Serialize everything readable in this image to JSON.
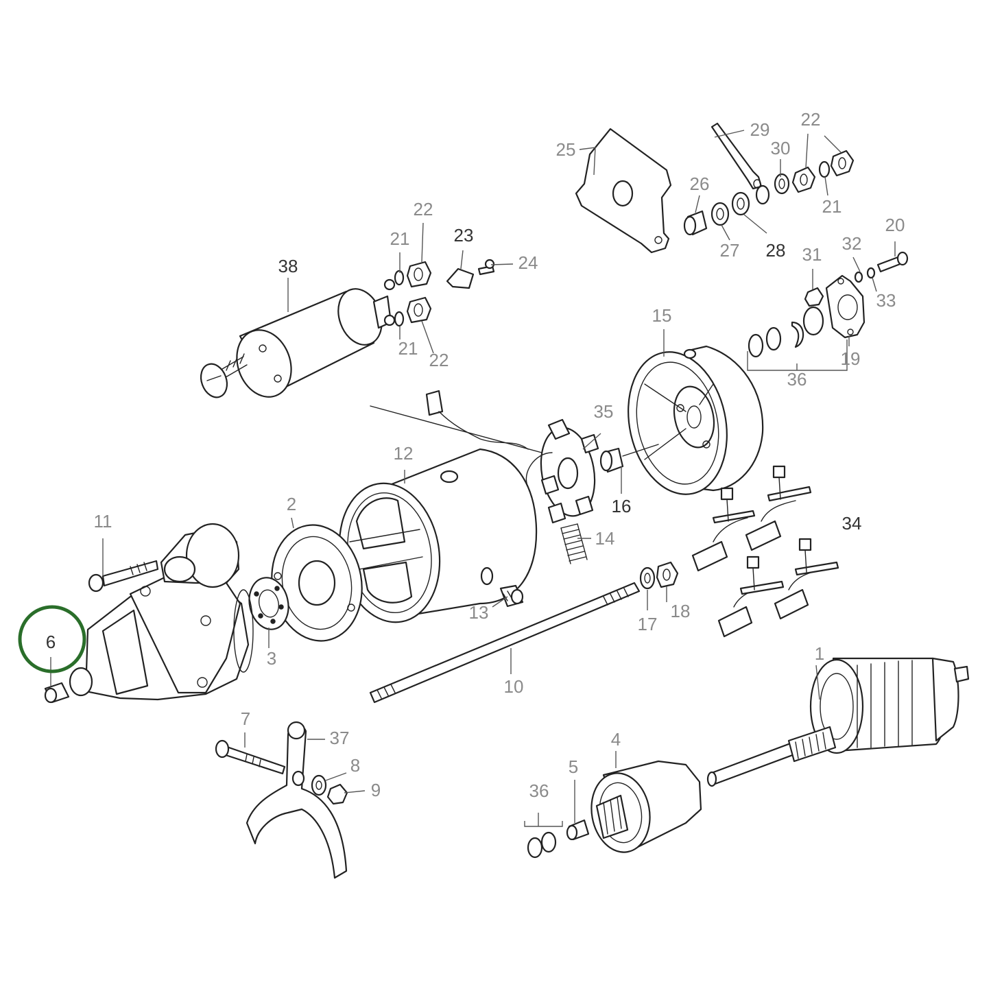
{
  "highlight": {
    "label": "6",
    "color": "#2a6e2a"
  },
  "labels": [
    {
      "id": "lbl-1",
      "text": "1"
    },
    {
      "id": "lbl-2",
      "text": "2"
    },
    {
      "id": "lbl-3",
      "text": "3"
    },
    {
      "id": "lbl-4",
      "text": "4"
    },
    {
      "id": "lbl-5",
      "text": "5"
    },
    {
      "id": "lbl-6",
      "text": "6"
    },
    {
      "id": "lbl-7",
      "text": "7"
    },
    {
      "id": "lbl-8",
      "text": "8"
    },
    {
      "id": "lbl-9",
      "text": "9"
    },
    {
      "id": "lbl-10",
      "text": "10"
    },
    {
      "id": "lbl-11",
      "text": "11"
    },
    {
      "id": "lbl-12",
      "text": "12"
    },
    {
      "id": "lbl-13",
      "text": "13"
    },
    {
      "id": "lbl-14",
      "text": "14"
    },
    {
      "id": "lbl-15",
      "text": "15"
    },
    {
      "id": "lbl-16",
      "text": "16"
    },
    {
      "id": "lbl-17",
      "text": "17"
    },
    {
      "id": "lbl-18",
      "text": "18"
    },
    {
      "id": "lbl-19",
      "text": "19"
    },
    {
      "id": "lbl-20",
      "text": "20"
    },
    {
      "id": "lbl-21a",
      "text": "21"
    },
    {
      "id": "lbl-21b",
      "text": "21"
    },
    {
      "id": "lbl-21c",
      "text": "21"
    },
    {
      "id": "lbl-22a",
      "text": "22"
    },
    {
      "id": "lbl-22b",
      "text": "22"
    },
    {
      "id": "lbl-22c",
      "text": "22"
    },
    {
      "id": "lbl-23",
      "text": "23"
    },
    {
      "id": "lbl-24",
      "text": "24"
    },
    {
      "id": "lbl-25",
      "text": "25"
    },
    {
      "id": "lbl-26",
      "text": "26"
    },
    {
      "id": "lbl-27",
      "text": "27"
    },
    {
      "id": "lbl-28",
      "text": "28"
    },
    {
      "id": "lbl-29",
      "text": "29"
    },
    {
      "id": "lbl-30",
      "text": "30"
    },
    {
      "id": "lbl-31",
      "text": "31"
    },
    {
      "id": "lbl-32",
      "text": "32"
    },
    {
      "id": "lbl-33",
      "text": "33"
    },
    {
      "id": "lbl-34",
      "text": "34"
    },
    {
      "id": "lbl-35",
      "text": "35"
    },
    {
      "id": "lbl-36a",
      "text": "36"
    },
    {
      "id": "lbl-36b",
      "text": "36"
    },
    {
      "id": "lbl-37",
      "text": "37"
    },
    {
      "id": "lbl-38",
      "text": "38"
    }
  ]
}
